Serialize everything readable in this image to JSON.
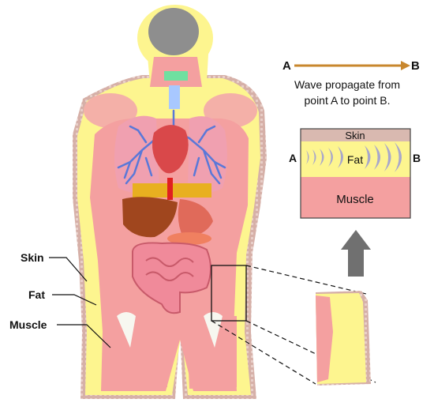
{
  "labels": {
    "skin": "Skin",
    "fat": "Fat",
    "muscle": "Muscle"
  },
  "propagation": {
    "point_a": "A",
    "point_b": "B",
    "caption_line1": "Wave propagate from",
    "caption_line2": "point A to point B."
  },
  "tissue_box": {
    "skin": "Skin",
    "fat": "Fat",
    "muscle": "Muscle",
    "point_a": "A",
    "point_b": "B"
  },
  "colors": {
    "skin": "#d9b9b0",
    "fat": "#fdf58f",
    "muscle": "#f4a0a0",
    "arrow": "#c8872e",
    "wave": "#8a8ad0",
    "up_arrow": "#707070",
    "lungs": "#f0a0b0",
    "bronchi": "#5a78d8",
    "heart": "#d9484a",
    "liver": "#a0461e",
    "intestine": "#f08a9a"
  }
}
